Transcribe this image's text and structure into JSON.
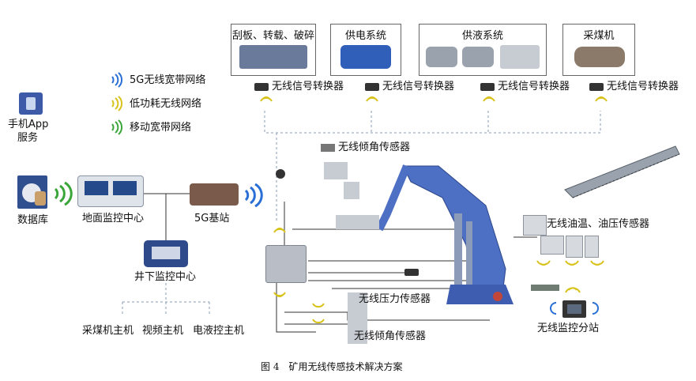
{
  "legend": {
    "items": [
      {
        "label": "5G无线宽带网络",
        "color": "#2a6fd6"
      },
      {
        "label": "低功耗无线网络",
        "color": "#d8c21c"
      },
      {
        "label": "移动宽带网络",
        "color": "#3aa63a"
      }
    ]
  },
  "nodes": {
    "app_label_1": "手机App",
    "app_label_2": "服务",
    "database": "数据库",
    "surface_center": "地面监控中心",
    "base_station": "5G基站",
    "underground_center": "井下监控中心",
    "shearer_host": "采煤机主机",
    "video_host": "视频主机",
    "hydraulic_host": "电液控主机"
  },
  "top_systems": [
    {
      "title": "刮板、转载、破碎",
      "converter": "无线信号转换器"
    },
    {
      "title": "供电系统",
      "converter": "无线信号转换器"
    },
    {
      "title": "供液系统",
      "converter": "无线信号转换器"
    },
    {
      "title": "采煤机",
      "converter": "无线信号转换器"
    }
  ],
  "sensors": {
    "tilt_top": "无线倾角传感器",
    "oil_temp": "无线油温、油压传感器",
    "pressure": "无线压力传感器",
    "tilt_bottom": "无线倾角传感器",
    "monitor_substation": "无线监控分站"
  },
  "caption": "图 4　矿用无线传感技术解决方案"
}
